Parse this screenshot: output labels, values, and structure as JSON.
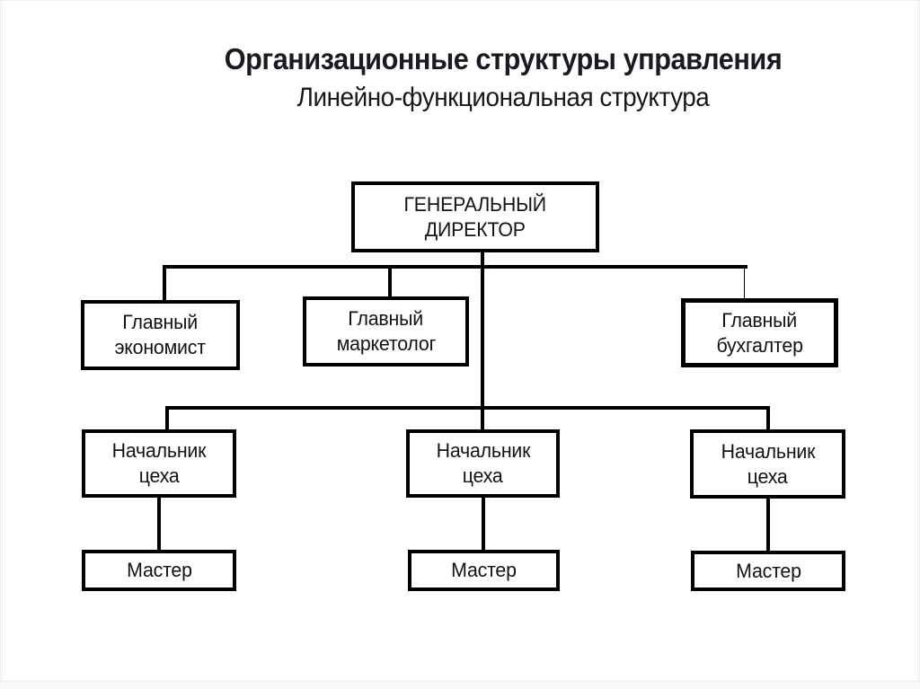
{
  "slide": {
    "title_bold": "Организационные структуры управления",
    "subtitle": "Линейно-функциональная структура"
  },
  "org": {
    "root": {
      "line1": "ГЕНЕРАЛЬНЫЙ",
      "line2": "ДИРЕКТОР"
    },
    "functional": [
      {
        "line1": "Главный",
        "line2": "экономист"
      },
      {
        "line1": "Главный",
        "line2": "маркетолог"
      },
      {
        "line1": "Главный",
        "line2": "бухгалтер"
      }
    ],
    "shop_managers": [
      {
        "line1": "Начальник",
        "line2": "цеха"
      },
      {
        "line1": "Начальник",
        "line2": "цеха"
      },
      {
        "line1": "Начальник",
        "line2": "цеха"
      }
    ],
    "masters": [
      {
        "label": "Мастер"
      },
      {
        "label": "Мастер"
      },
      {
        "label": "Мастер"
      }
    ]
  },
  "colors": {
    "line": "#000000",
    "box_border": "#000000",
    "text": "#121217",
    "title": "#1a1a22",
    "background": "#ffffff"
  }
}
